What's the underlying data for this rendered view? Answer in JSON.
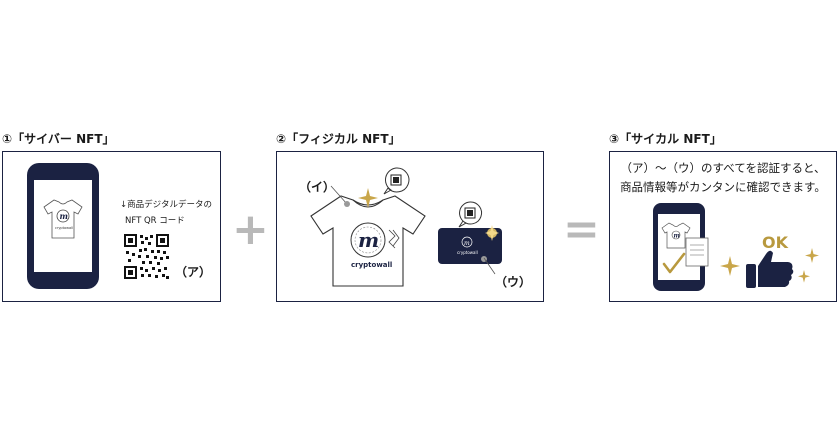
{
  "panels": [
    {
      "title": "①「サイバー NFT」",
      "caption_line1": "↓商品デジタルデータの",
      "caption_line2": "NFT QR コード",
      "marker": "（ア）"
    },
    {
      "title": "②「フィジカル NFT」",
      "marker_shirt": "（イ）",
      "marker_card": "（ウ）"
    },
    {
      "title": "③「サイカル NFT」",
      "desc_line1": "（ア）～（ウ）のすべてを認証すると、",
      "desc_line2": "商品情報等がカンタンに確認できます。",
      "ok_label": "OK"
    }
  ],
  "operators": {
    "plus": "+",
    "equals": "="
  },
  "logo_text": "cryptowall",
  "colors": {
    "navy": "#1b2242",
    "gold": "#b8993e",
    "gray": "#b9b9b9"
  }
}
